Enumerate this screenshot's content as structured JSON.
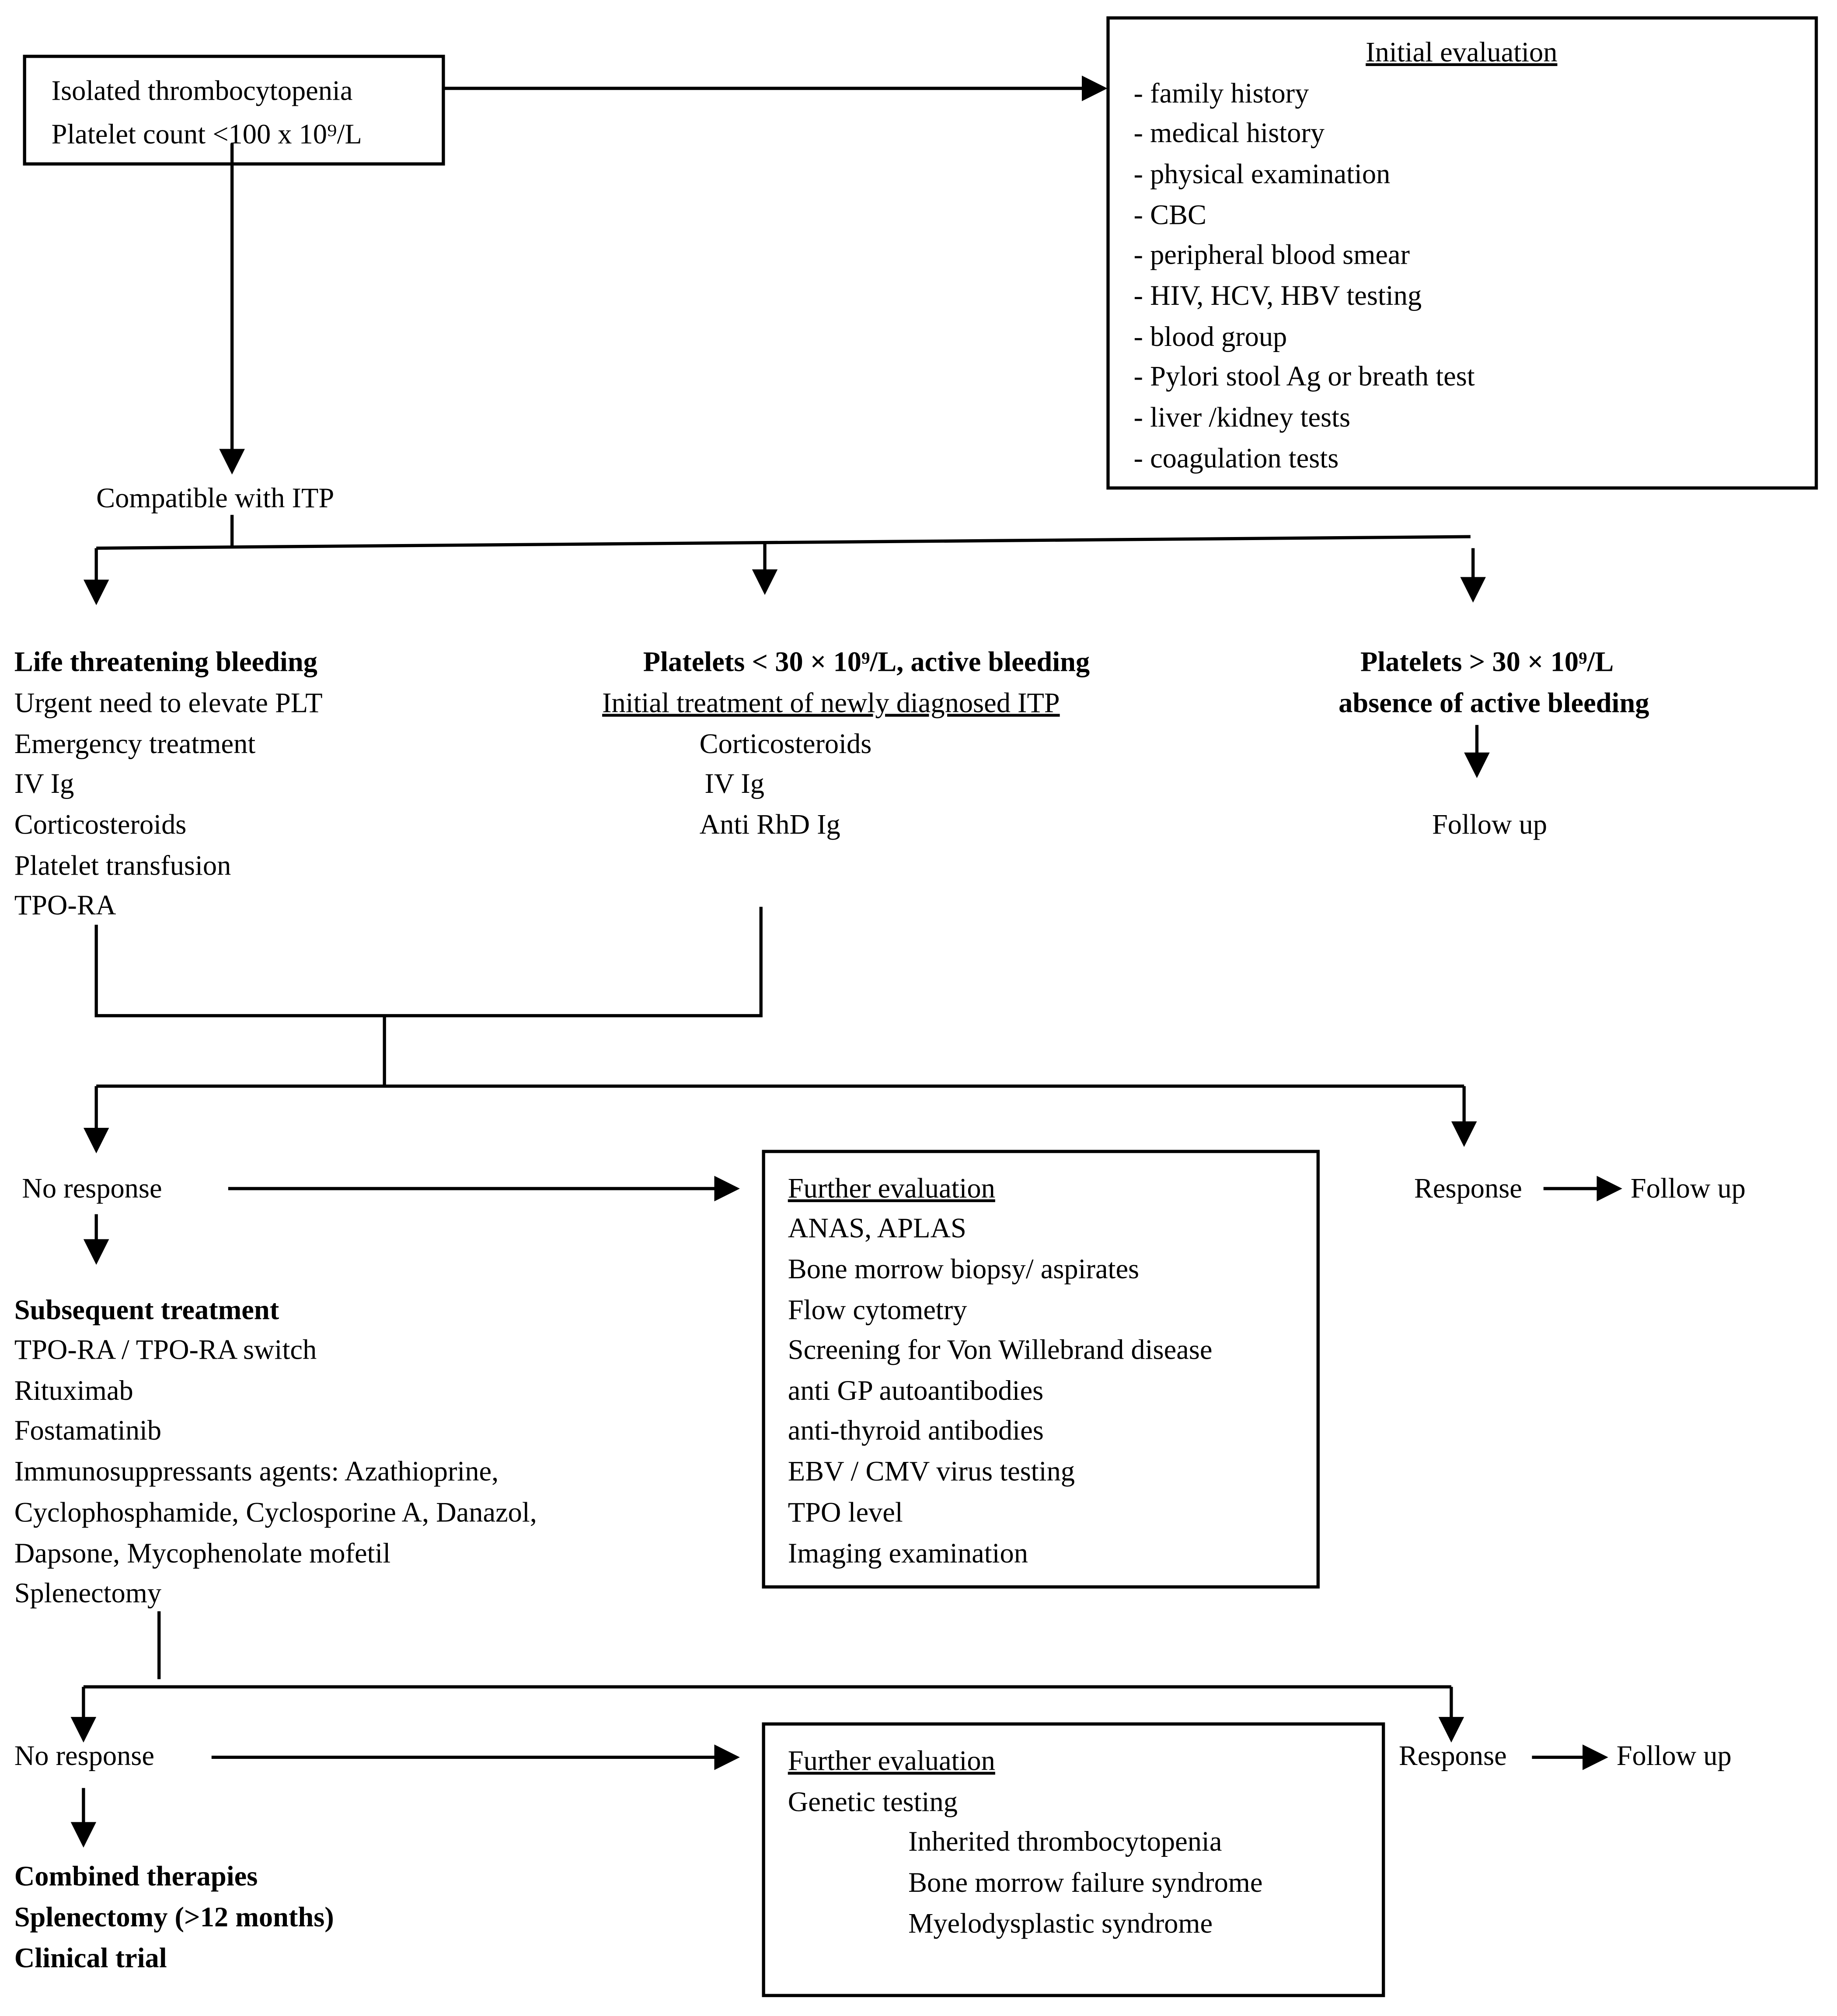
{
  "start": {
    "title": "Isolated thrombocytopenia",
    "subtitle": "Platelet count <100 x 10⁹/L"
  },
  "initial_evaluation": {
    "title": "Initial evaluation",
    "items": [
      "- family history",
      "- medical history",
      "- physical examination",
      "- CBC",
      "- peripheral blood smear",
      "- HIV, HCV, HBV testing",
      "- blood group",
      "- Pylori stool Ag or breath test",
      "- liver /kidney tests",
      "- coagulation tests"
    ]
  },
  "compatible": "Compatible with ITP",
  "branch_life": {
    "title": "Life threatening bleeding",
    "items": [
      "Urgent need to elevate PLT",
      "Emergency treatment",
      "IV Ig",
      "Corticosteroids",
      "Platelet transfusion",
      "TPO-RA"
    ]
  },
  "branch_active": {
    "title": "Platelets < 30 × 10⁹/L, active bleeding",
    "subtitle": "Initial treatment of newly diagnosed ITP",
    "items": [
      "Corticosteroids",
      "IV Ig",
      "Anti RhD Ig"
    ]
  },
  "branch_absent": {
    "title": "Platelets > 30 × 10⁹/L",
    "subtitle": "absence of active bleeding",
    "outcome": "Follow up"
  },
  "level2": {
    "no_response": "No response",
    "response": "Response",
    "follow_up": "Follow up",
    "further": {
      "title": "Further evaluation",
      "items": [
        "ANAS, APLAS",
        "Bone morrow biopsy/ aspirates",
        "Flow cytometry",
        "Screening for Von Willebrand disease",
        "anti GP autoantibodies",
        "anti-thyroid antibodies",
        "EBV / CMV virus testing",
        "TPO level",
        "Imaging examination"
      ]
    },
    "subsequent": {
      "title": "Subsequent treatment",
      "items": [
        "TPO-RA / TPO-RA switch",
        "Rituximab",
        "Fostamatinib",
        "Immunosuppressants agents: Azathioprine,",
        "Cyclophosphamide, Cyclosporine A, Danazol,",
        "Dapsone, Mycophenolate mofetil",
        "Splenectomy"
      ]
    }
  },
  "level3": {
    "no_response": "No response",
    "response": "Response",
    "follow_up": "Follow up",
    "further": {
      "title": "Further evaluation",
      "lead": "Genetic testing",
      "items": [
        "Inherited thrombocytopenia",
        "Bone morrow failure syndrome",
        "Myelodysplastic syndrome"
      ]
    },
    "final": [
      "Combined therapies",
      "Splenectomy (>12 months)",
      "Clinical trial"
    ]
  }
}
